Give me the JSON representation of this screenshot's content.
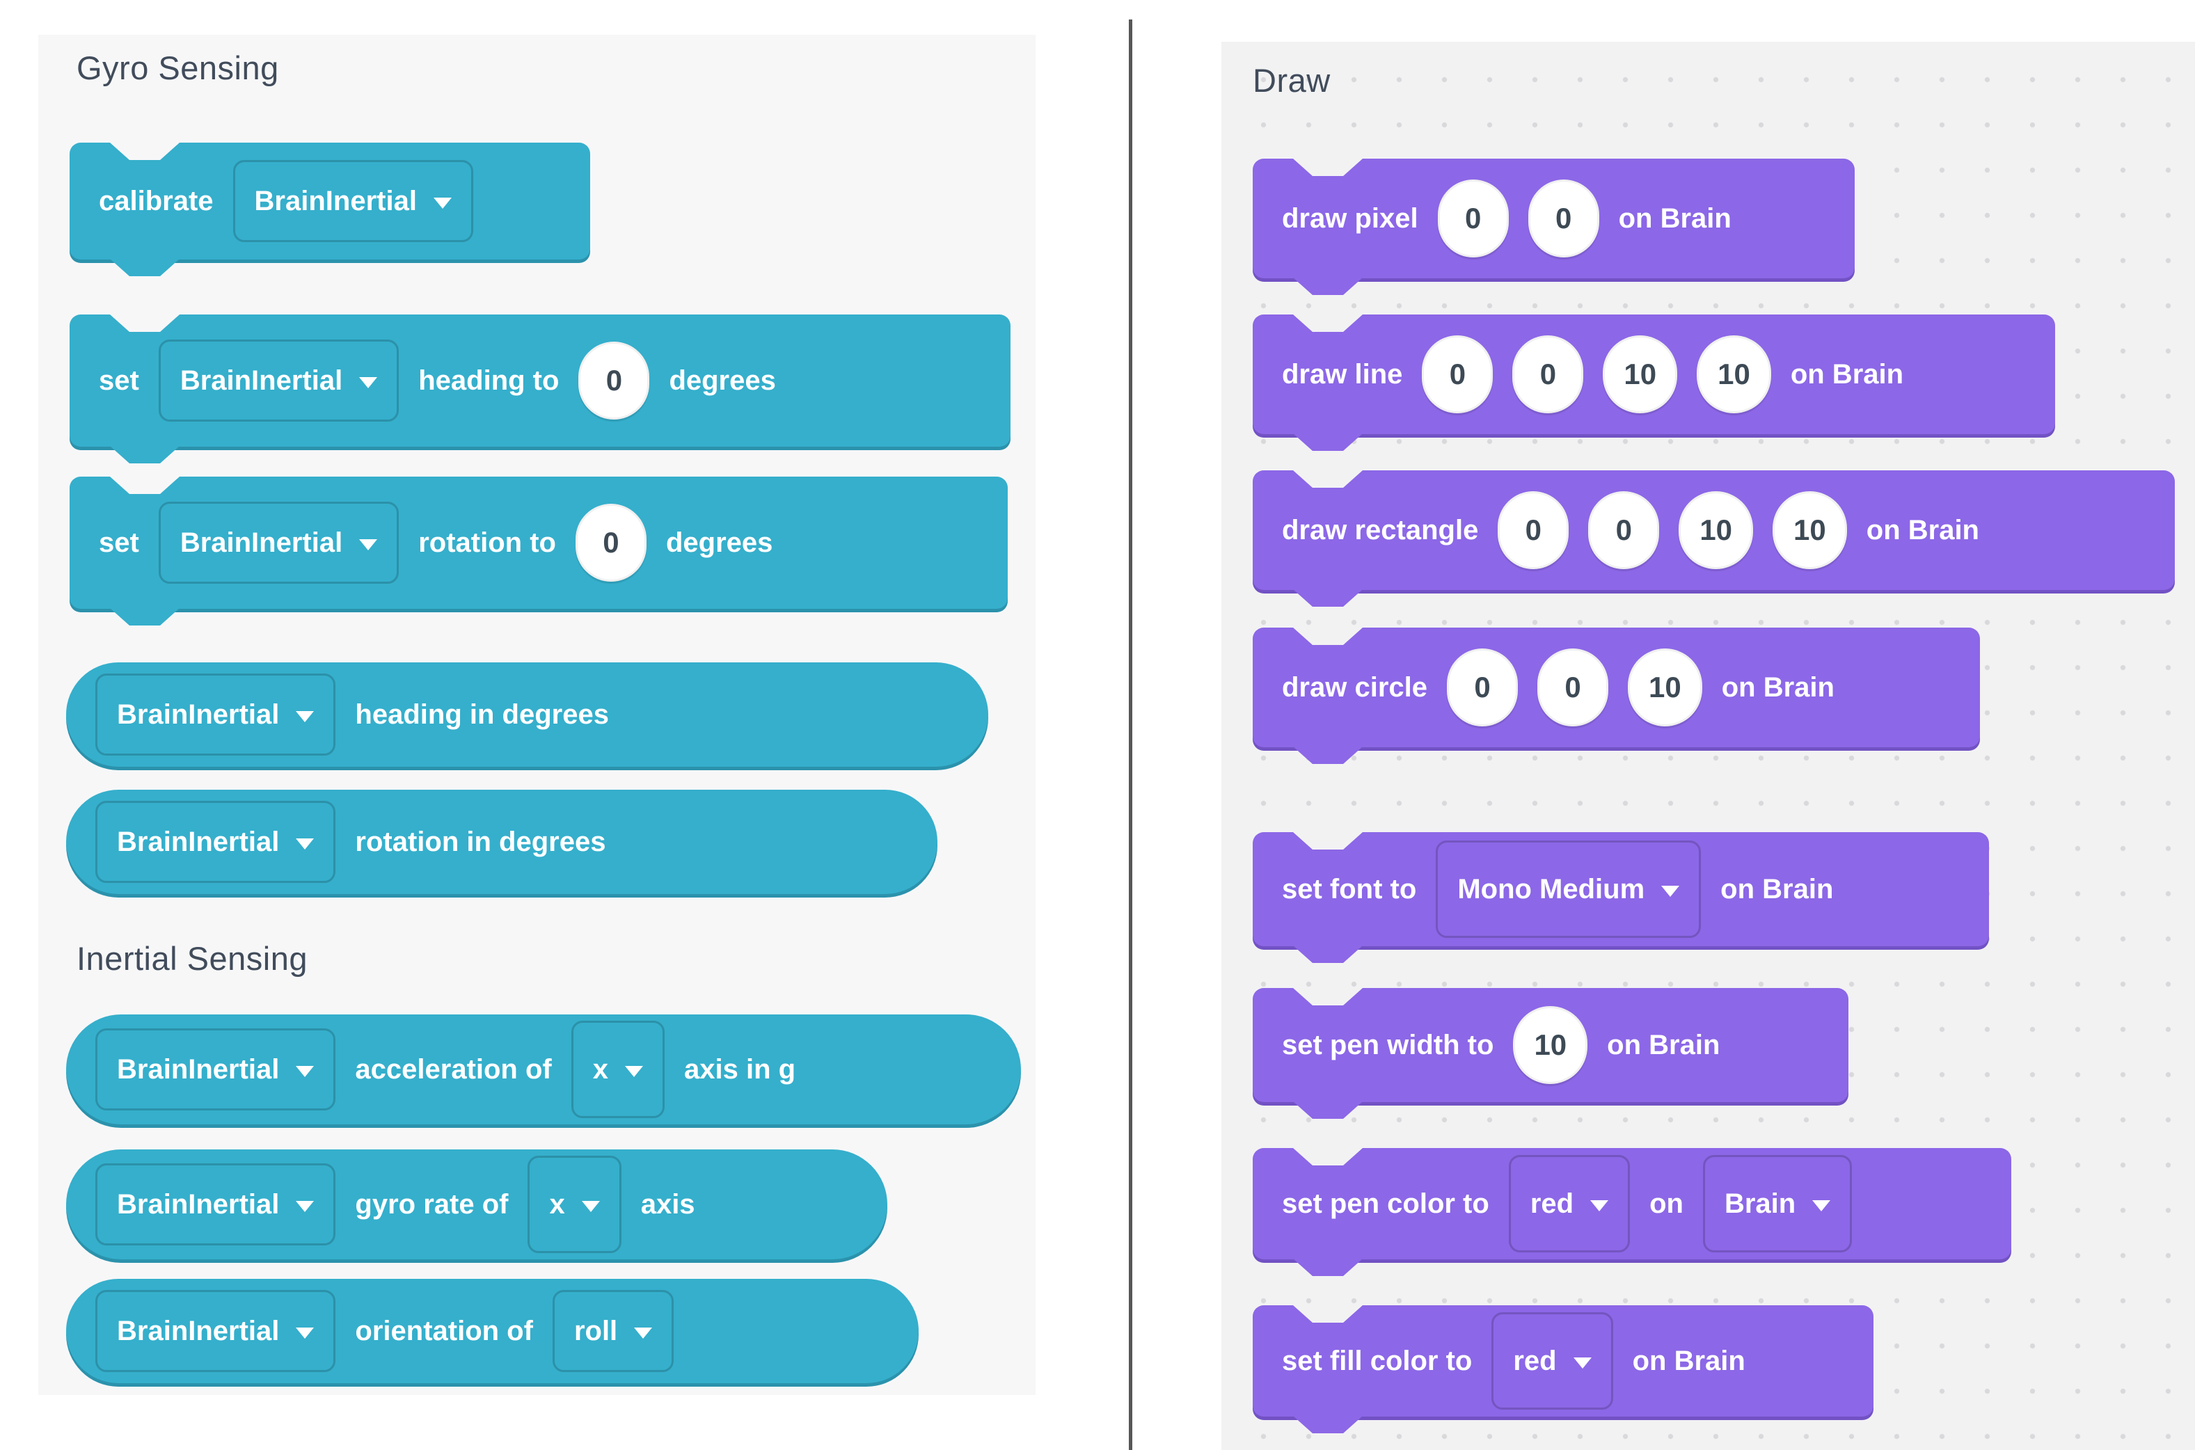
{
  "colors": {
    "teal_block": "#35afcc",
    "teal_shadow": "#2b92ac",
    "purple_block": "#8c67e7",
    "purple_shadow": "#7252c4",
    "left_panel_bg": "#f7f7f8",
    "right_panel_bg": "#f2f2f3",
    "header_text": "#414c5b",
    "value_text": "#3d4a55",
    "divider": "#57575a",
    "dot_grid": "#d9d9dc"
  },
  "panels": [
    {
      "name": "gyro-inertial-sensing-palette",
      "theme": "teal",
      "headers": [
        {
          "id": "gyro-sensing",
          "label": "Gyro Sensing"
        },
        {
          "id": "inertial-sensing",
          "label": "Inertial Sensing"
        }
      ],
      "blocks": [
        {
          "id": "calibrate",
          "shape": "stack",
          "parts": [
            {
              "t": "label",
              "v": "calibrate"
            },
            {
              "t": "dropdown",
              "v": "BrainInertial"
            }
          ]
        },
        {
          "id": "set-heading",
          "shape": "stack",
          "parts": [
            {
              "t": "label",
              "v": "set"
            },
            {
              "t": "dropdown",
              "v": "BrainInertial"
            },
            {
              "t": "label",
              "v": "heading to"
            },
            {
              "t": "number",
              "v": "0"
            },
            {
              "t": "label",
              "v": "degrees"
            }
          ]
        },
        {
          "id": "set-rotation",
          "shape": "stack",
          "parts": [
            {
              "t": "label",
              "v": "set"
            },
            {
              "t": "dropdown",
              "v": "BrainInertial"
            },
            {
              "t": "label",
              "v": "rotation to"
            },
            {
              "t": "number",
              "v": "0"
            },
            {
              "t": "label",
              "v": "degrees"
            }
          ]
        },
        {
          "id": "heading-in-degrees",
          "shape": "reporter",
          "parts": [
            {
              "t": "dropdown",
              "v": "BrainInertial"
            },
            {
              "t": "label",
              "v": "heading in degrees"
            }
          ]
        },
        {
          "id": "rotation-in-degrees",
          "shape": "reporter",
          "parts": [
            {
              "t": "dropdown",
              "v": "BrainInertial"
            },
            {
              "t": "label",
              "v": "rotation in degrees"
            }
          ]
        },
        {
          "id": "acceleration",
          "shape": "reporter",
          "parts": [
            {
              "t": "dropdown",
              "v": "BrainInertial"
            },
            {
              "t": "label",
              "v": "acceleration of"
            },
            {
              "t": "dropdown",
              "v": "x"
            },
            {
              "t": "label",
              "v": "axis in g"
            }
          ]
        },
        {
          "id": "gyro-rate",
          "shape": "reporter",
          "parts": [
            {
              "t": "dropdown",
              "v": "BrainInertial"
            },
            {
              "t": "label",
              "v": "gyro rate of"
            },
            {
              "t": "dropdown",
              "v": "x"
            },
            {
              "t": "label",
              "v": "axis"
            }
          ]
        },
        {
          "id": "orientation",
          "shape": "reporter",
          "parts": [
            {
              "t": "dropdown",
              "v": "BrainInertial"
            },
            {
              "t": "label",
              "v": "orientation of"
            },
            {
              "t": "dropdown",
              "v": "roll"
            }
          ]
        }
      ]
    },
    {
      "name": "draw-palette",
      "theme": "purple",
      "headers": [
        {
          "id": "draw",
          "label": "Draw"
        }
      ],
      "blocks": [
        {
          "id": "draw-pixel",
          "shape": "stack",
          "parts": [
            {
              "t": "label",
              "v": "draw pixel"
            },
            {
              "t": "number",
              "v": "0"
            },
            {
              "t": "number",
              "v": "0"
            },
            {
              "t": "label",
              "v": "on Brain"
            }
          ]
        },
        {
          "id": "draw-line",
          "shape": "stack",
          "parts": [
            {
              "t": "label",
              "v": "draw line"
            },
            {
              "t": "number",
              "v": "0"
            },
            {
              "t": "number",
              "v": "0"
            },
            {
              "t": "number",
              "v": "10"
            },
            {
              "t": "number",
              "v": "10"
            },
            {
              "t": "label",
              "v": "on Brain"
            }
          ]
        },
        {
          "id": "draw-rectangle",
          "shape": "stack",
          "parts": [
            {
              "t": "label",
              "v": "draw rectangle"
            },
            {
              "t": "number",
              "v": "0"
            },
            {
              "t": "number",
              "v": "0"
            },
            {
              "t": "number",
              "v": "10"
            },
            {
              "t": "number",
              "v": "10"
            },
            {
              "t": "label",
              "v": "on Brain"
            }
          ]
        },
        {
          "id": "draw-circle",
          "shape": "stack",
          "parts": [
            {
              "t": "label",
              "v": "draw circle"
            },
            {
              "t": "number",
              "v": "0"
            },
            {
              "t": "number",
              "v": "0"
            },
            {
              "t": "number",
              "v": "10"
            },
            {
              "t": "label",
              "v": "on Brain"
            }
          ]
        },
        {
          "id": "set-font",
          "shape": "stack",
          "parts": [
            {
              "t": "label",
              "v": "set font to"
            },
            {
              "t": "dropdown",
              "v": "Mono Medium"
            },
            {
              "t": "label",
              "v": "on Brain"
            }
          ]
        },
        {
          "id": "set-pen-width",
          "shape": "stack",
          "parts": [
            {
              "t": "label",
              "v": "set pen width to"
            },
            {
              "t": "number",
              "v": "10"
            },
            {
              "t": "label",
              "v": "on Brain"
            }
          ]
        },
        {
          "id": "set-pen-color",
          "shape": "stack",
          "parts": [
            {
              "t": "label",
              "v": "set pen color to"
            },
            {
              "t": "dropdown",
              "v": "red"
            },
            {
              "t": "label",
              "v": "on"
            },
            {
              "t": "dropdown",
              "v": "Brain"
            }
          ]
        },
        {
          "id": "set-fill-color",
          "shape": "stack",
          "parts": [
            {
              "t": "label",
              "v": "set fill color to"
            },
            {
              "t": "dropdown",
              "v": "red"
            },
            {
              "t": "label",
              "v": "on Brain"
            }
          ]
        }
      ]
    }
  ]
}
